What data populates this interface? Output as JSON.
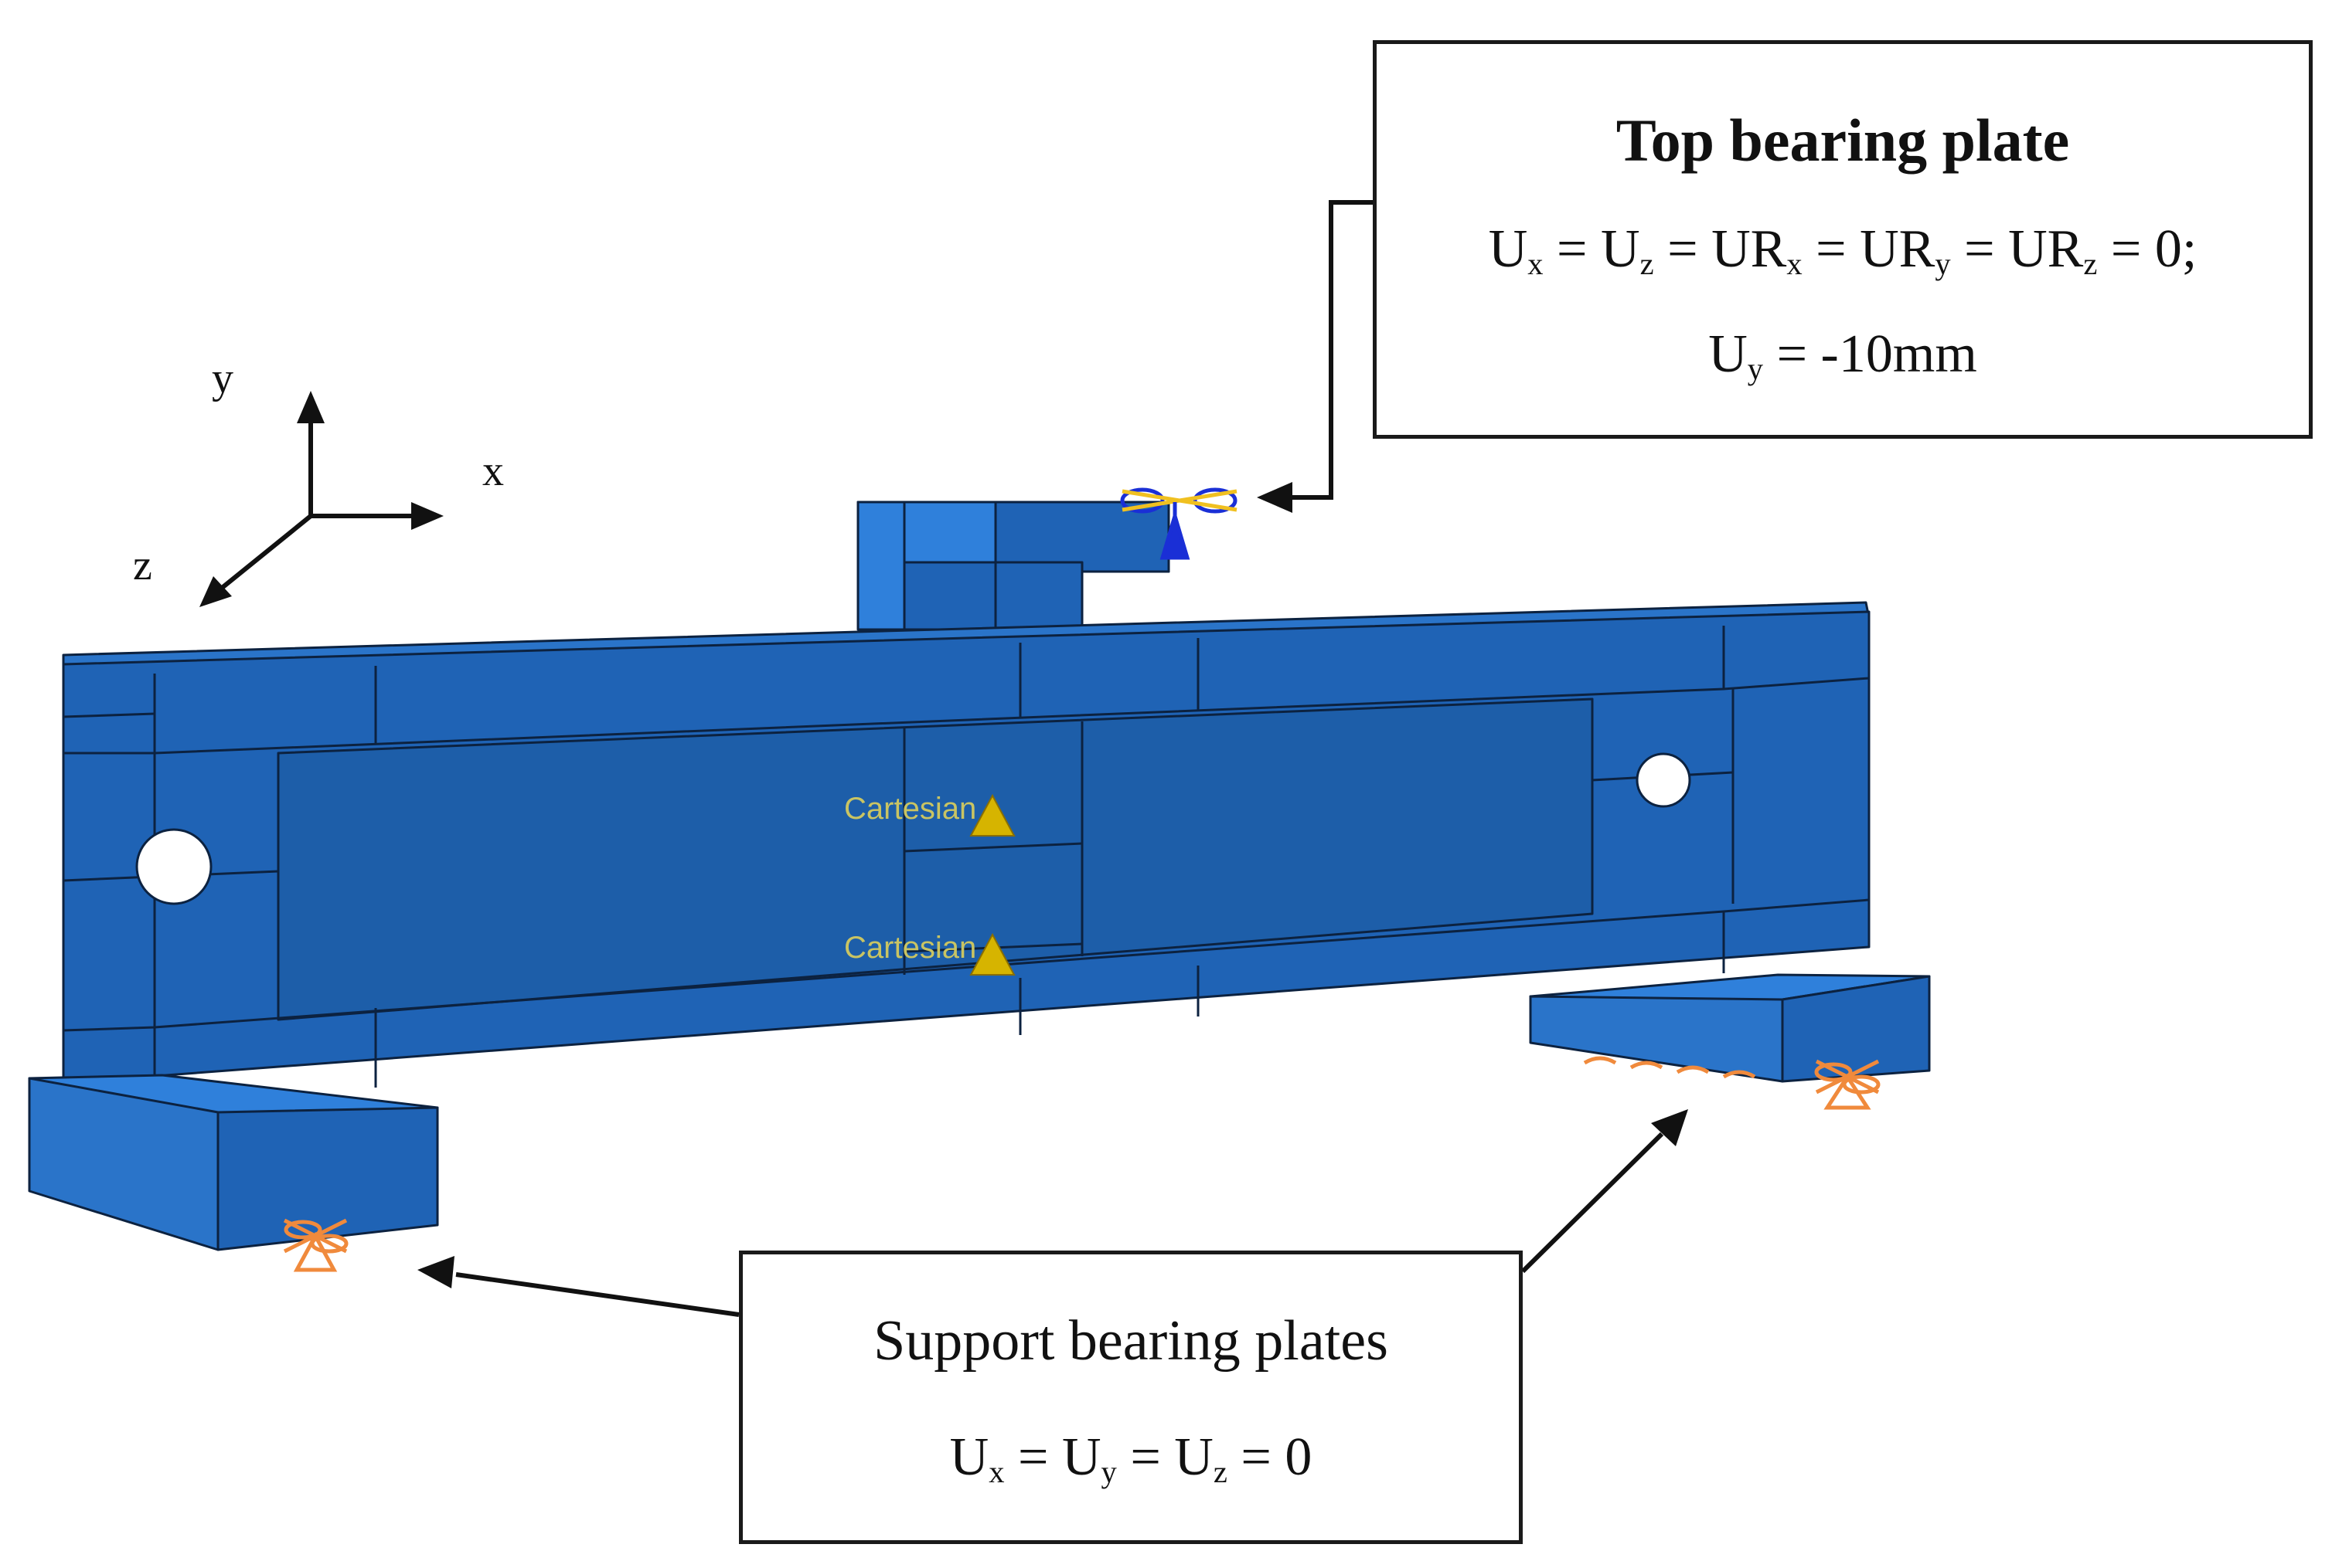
{
  "axes": {
    "x": "x",
    "y": "y",
    "z": "z"
  },
  "top_callout": {
    "title": "Top bearing plate",
    "line1": {
      "u": "U",
      "x": "x",
      "eq1": " = U",
      "z": "z",
      "eq2": " = UR",
      "x2": "x",
      "eq3": " = UR",
      "y": "y",
      "eq4": " = UR",
      "z2": "z",
      "tail": " = 0;"
    },
    "line2": {
      "u": "U",
      "y": "y",
      "tail": " = -10mm"
    }
  },
  "support_callout": {
    "title": "Support bearing plates",
    "line1": {
      "u": "U",
      "x": "x",
      "eq1": " = U",
      "y": "y",
      "eq2": " = U",
      "z": "z",
      "tail": " = 0"
    }
  },
  "markers": {
    "cartesian_upper": "Cartesian",
    "cartesian_lower": "Cartesian"
  },
  "colors": {
    "beam_front": "#1f63b5",
    "beam_top": "#2a74c9",
    "beam_light": "#2f80db",
    "edge": "#0c2240",
    "boundary_marker": "#f08a3c",
    "load_marker_blue": "#1a2fd6",
    "load_marker_yellow": "#f0c020",
    "cartesian_marker": "#d6b400"
  }
}
